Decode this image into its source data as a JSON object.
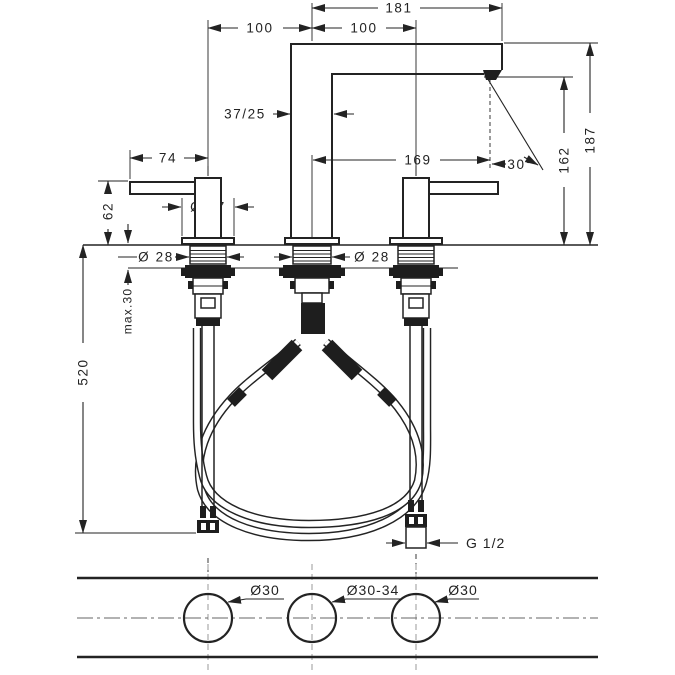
{
  "drawing_type": "faucet installation technical drawing",
  "dims": {
    "reach_total": "181",
    "spacing_left": "100",
    "spacing_right": "100",
    "spout_section": "37/25",
    "reach_aerator": "169",
    "spray_angle": "30°",
    "height_outlet": "162",
    "height_total": "187",
    "handle_length": "74",
    "escutcheon_dia": "Ø 47",
    "handle_height": "62",
    "shank_dia_left": "Ø 28",
    "shank_dia_center": "Ø 28",
    "deck_thickness": "max.30",
    "hose_length": "520",
    "connection_thread": "G 1/2"
  },
  "plan": {
    "hole_left": "Ø30",
    "hole_center": "Ø30-34",
    "hole_right": "Ø30"
  },
  "colors": {
    "line": "#232323",
    "centerline_gray": "#999999",
    "background": "#ffffff"
  }
}
